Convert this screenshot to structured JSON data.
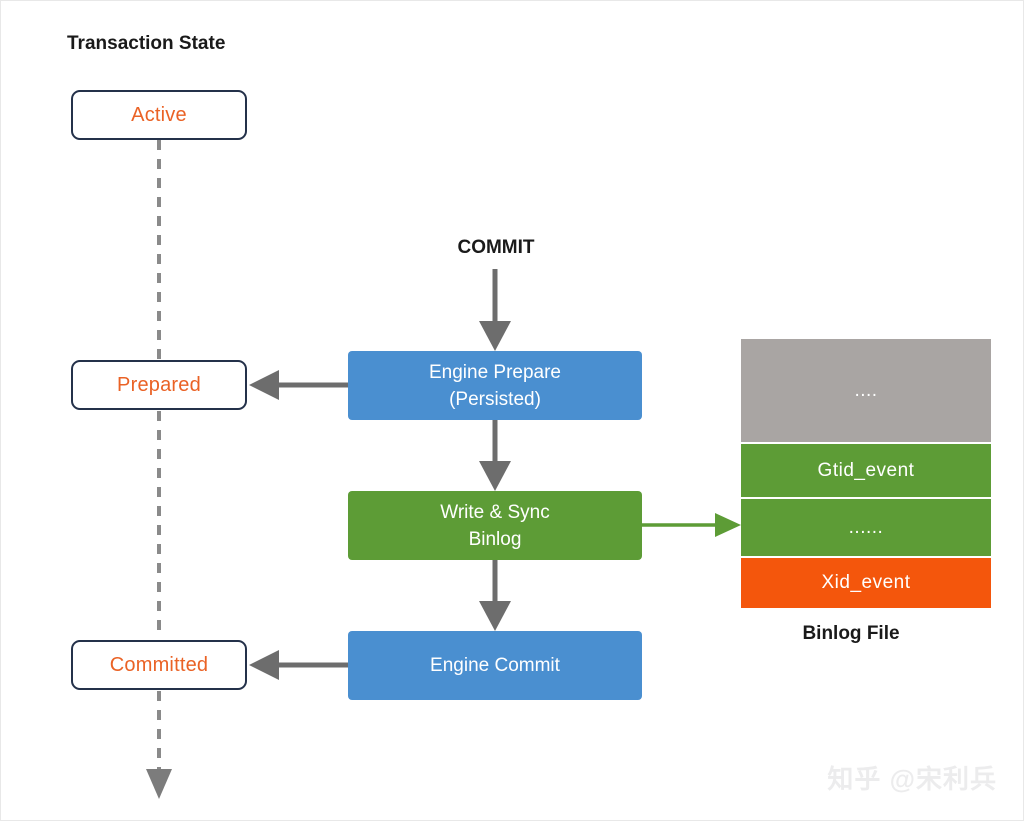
{
  "diagram": {
    "title_left": "Transaction State",
    "commit_label": "COMMIT",
    "binlog_file_label": "Binlog File",
    "watermark": "知乎 @宋利兵"
  },
  "colors": {
    "state_border": "#24314a",
    "state_text": "#ea6225",
    "blue": "#4a8fd0",
    "green": "#5d9c36",
    "gray": "#a9a5a3",
    "orange": "#f4560c",
    "arrow_gray": "#6d6d6d",
    "arrow_green": "#5d9c36"
  },
  "states": [
    {
      "id": "active",
      "label": "Active"
    },
    {
      "id": "prepared",
      "label": "Prepared"
    },
    {
      "id": "committed",
      "label": "Committed"
    }
  ],
  "process_steps": [
    {
      "id": "engine-prepare",
      "label": "Engine Prepare\n(Persisted)",
      "color": "blue"
    },
    {
      "id": "write-binlog",
      "label": "Write & Sync\nBinlog",
      "color": "green"
    },
    {
      "id": "engine-commit",
      "label": "Engine Commit",
      "color": "blue"
    }
  ],
  "binlog_bands": [
    {
      "id": "other-top",
      "label": "....",
      "color": "gray"
    },
    {
      "id": "gtid-event",
      "label": "Gtid_event",
      "color": "green"
    },
    {
      "id": "body-rows",
      "label": "......",
      "color": "green"
    },
    {
      "id": "xid-event",
      "label": "Xid_event",
      "color": "orange"
    }
  ],
  "connectors": [
    {
      "id": "commit-to-engine-prepare",
      "style": "solid-gray",
      "direction": "down"
    },
    {
      "id": "engine-prepare-to-binlog",
      "style": "solid-gray",
      "direction": "down"
    },
    {
      "id": "write-binlog-to-commit",
      "style": "solid-gray",
      "direction": "down"
    },
    {
      "id": "engine-prepare-to-prepared",
      "style": "solid-gray",
      "direction": "left"
    },
    {
      "id": "engine-commit-to-committed",
      "style": "solid-gray",
      "direction": "left"
    },
    {
      "id": "binlog-to-file",
      "style": "solid-green",
      "direction": "right"
    },
    {
      "id": "state-timeline",
      "style": "dashed-gray",
      "direction": "down"
    }
  ]
}
